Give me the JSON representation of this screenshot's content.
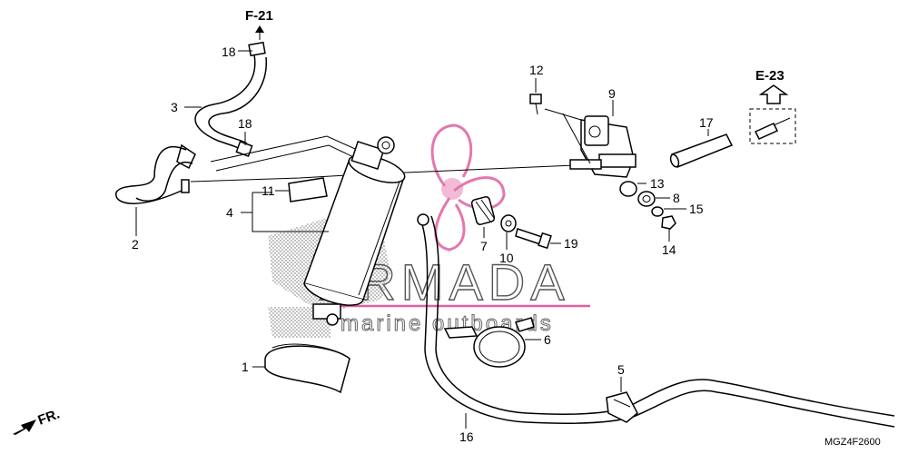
{
  "refs": {
    "f21": "F-21",
    "e23": "E-23",
    "fr": "FR."
  },
  "diagram_code": "MGZ4F2600",
  "watermark": {
    "brand": "ARMADA",
    "tagline": "marine outboards"
  },
  "callouts": {
    "n1": "1",
    "n2": "2",
    "n3": "3",
    "n4": "4",
    "n5": "5",
    "n6": "6",
    "n7": "7",
    "n8": "8",
    "n9": "9",
    "n10": "10",
    "n11": "11",
    "n12": "12",
    "n13": "13",
    "n14": "14",
    "n15": "15",
    "n16": "16",
    "n17": "17",
    "n18a": "18",
    "n18b": "18",
    "n19": "19"
  },
  "colors": {
    "line": "#000000",
    "watermark_pink": "#e060a0",
    "watermark_text": "#555555"
  }
}
